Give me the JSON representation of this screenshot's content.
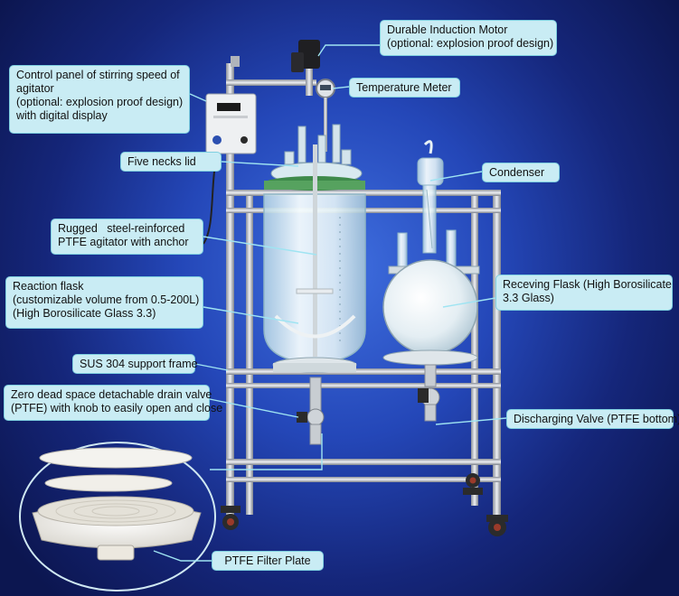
{
  "labels": {
    "motor": {
      "line1": "Durable Induction Motor",
      "line2": "(optional: explosion proof design)"
    },
    "control_panel": {
      "line1": "Control panel of stirring speed of",
      "line2": "agitator",
      "line3": "(optional: explosion proof design)",
      "line4": "with digital display"
    },
    "temperature_meter": "Temperature Meter",
    "five_necks_lid": "Five necks lid",
    "condenser": "Condenser",
    "agitator": {
      "line1": "Rugged   steel-reinforced",
      "line2": "PTFE agitator with anchor"
    },
    "reaction_flask": {
      "line1": "Reaction flask",
      "line2": "(customizable volume from 0.5-200L)",
      "line3": "(High Borosilicate Glass 3.3)"
    },
    "receiving_flask": {
      "line1": "Receving Flask (High Borosilicate",
      "line2": "3.3 Glass)"
    },
    "support_frame": "SUS 304 support frame",
    "drain_valve": {
      "line1": "Zero dead space detachable drain valve",
      "line2": "(PTFE) with knob to easily open and close"
    },
    "discharging_valve": "Discharging Valve (PTFE bottom)",
    "filter_plate": "PTFE Filter Plate"
  },
  "colors": {
    "label_fill": "#c9ecf4",
    "label_border": "#7fd0e0",
    "leader_line": "#9fe4f2",
    "frame_steel": "#c8ccd4",
    "glass": "#d9eef5"
  }
}
